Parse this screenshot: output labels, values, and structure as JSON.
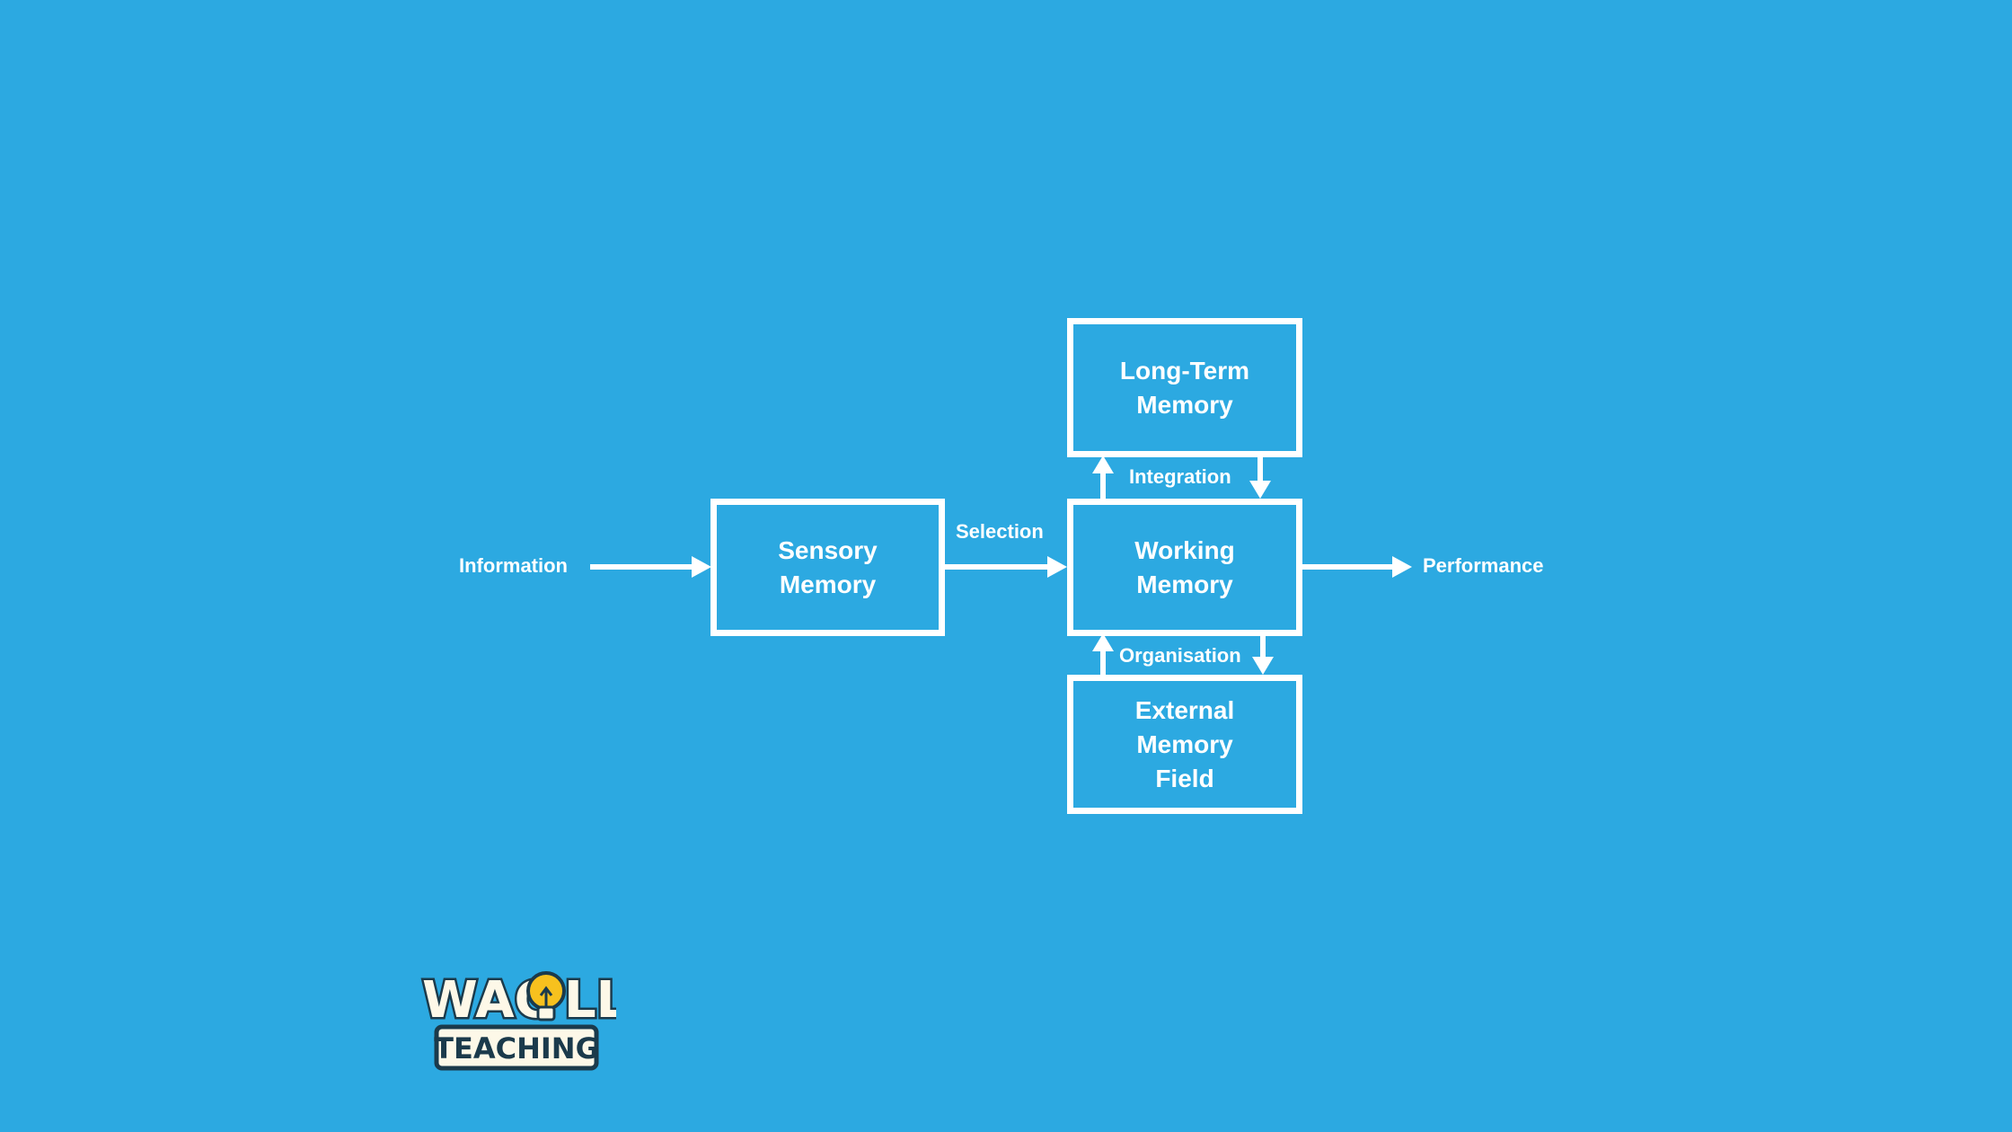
{
  "colors": {
    "background": "#2ca9e1",
    "stroke": "#ffffff",
    "logo_dark": "#1b3a4b",
    "logo_cream": "#fdf8e8",
    "logo_bulb": "#f7c11e"
  },
  "nodes": {
    "sensory": {
      "line1": "Sensory",
      "line2": "Memory"
    },
    "working": {
      "line1": "Working",
      "line2": "Memory"
    },
    "long_term": {
      "line1": "Long-Term",
      "line2": "Memory"
    },
    "external": {
      "line1": "External",
      "line2": "Memory",
      "line3": "Field"
    }
  },
  "edges": {
    "information": "Information",
    "selection": "Selection",
    "integration": "Integration",
    "organisation": "Organisation",
    "performance": "Performance"
  },
  "logo": {
    "top_before": "WAG",
    "top_after": "LL",
    "bottom": "TEACHING",
    "bulb_icon": "lightbulb-icon"
  }
}
